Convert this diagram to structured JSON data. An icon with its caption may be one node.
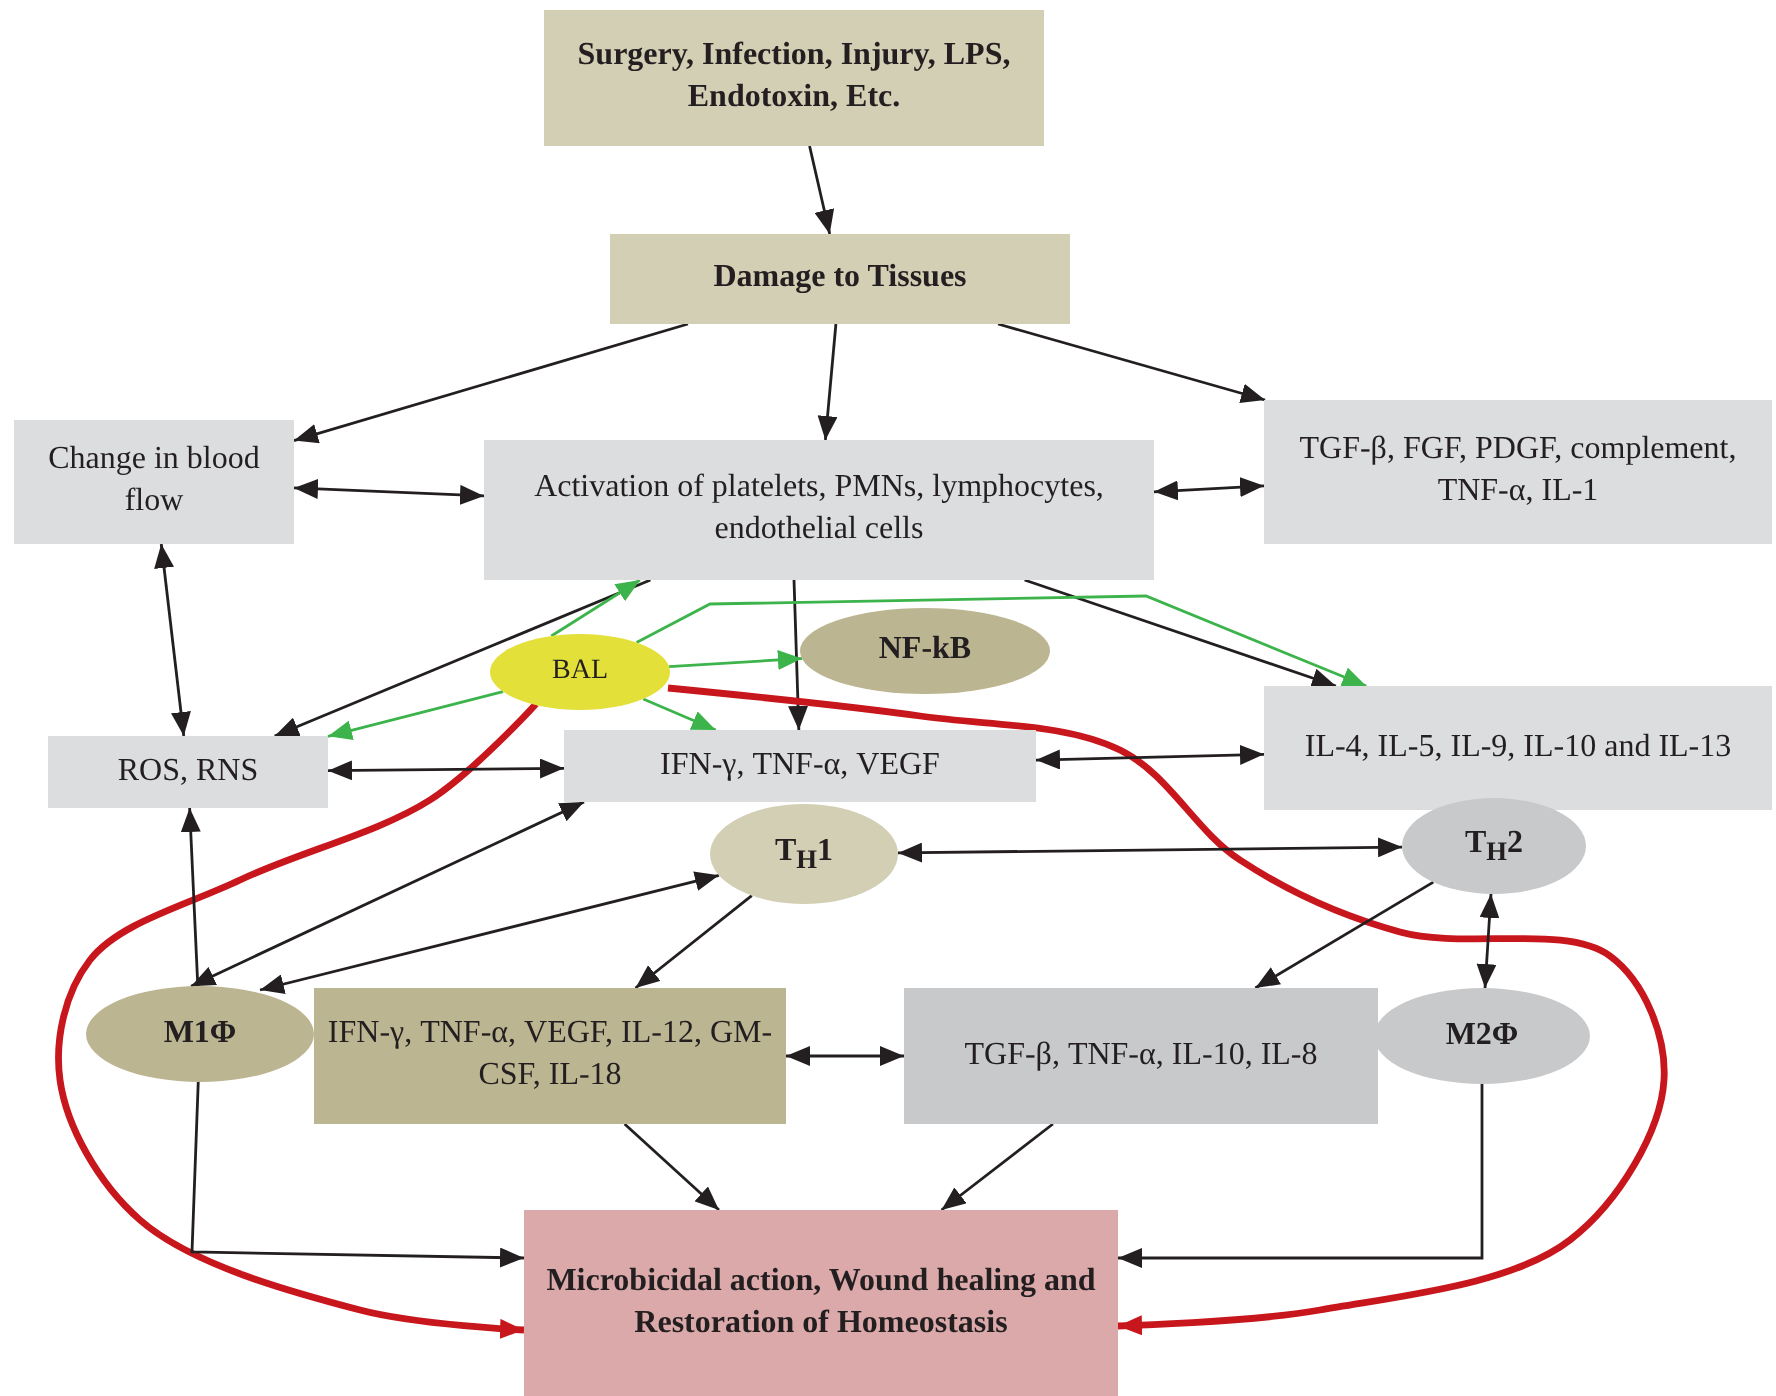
{
  "diagram": {
    "nodes": [
      {
        "text": [
          "Surgery, Infection, Injury, LPS, Endotoxin, Etc."
        ]
      },
      {
        "text": [
          "Damage to Tissues"
        ]
      },
      {
        "text": [
          "Change in blood flow"
        ]
      },
      {
        "text": [
          "Activation of platelets, PMNs, lymphocytes, endothelial cells"
        ]
      },
      {
        "text": [
          "TGF-β, FGF, PDGF, complement, TNF-α, IL-1"
        ]
      },
      {
        "text": [
          "BAL"
        ]
      },
      {
        "text": [
          "NF-kB"
        ]
      },
      {
        "text": [
          "ROS, RNS"
        ]
      },
      {
        "text": [
          "IFN-γ, TNF-α, VEGF"
        ]
      },
      {
        "text": [
          "IL-4, IL-5, IL-9, IL-10 and IL-13"
        ]
      },
      {
        "text": [
          "T$_{H}$1"
        ]
      },
      {
        "text": [
          "T$_{H}$2"
        ]
      },
      {
        "text": [
          "M1Φ"
        ]
      },
      {
        "text": [
          "IFN-γ, TNF-α, VEGF, IL-12, GM-CSF, IL-18"
        ]
      },
      {
        "text": [
          "TGF-β, TNF-α, IL-10, IL-8"
        ]
      },
      {
        "text": [
          "M2Φ"
        ]
      },
      {
        "text": [
          "Microbicidal action, Wound healing and Restoration of Homeostasis"
        ]
      }
    ],
    "edges": [
      {
        "from": 0,
        "to": 1,
        "arrow": "to"
      },
      {
        "from": 1,
        "to": 2,
        "arrow": "to"
      },
      {
        "from": 1,
        "to": 3,
        "arrow": "to"
      },
      {
        "from": 1,
        "to": 4,
        "arrow": "to"
      },
      {
        "from": 2,
        "to": 3,
        "arrow": "both"
      },
      {
        "from": 3,
        "to": 4,
        "arrow": "both"
      },
      {
        "from": 2,
        "to": 7,
        "arrow": "both"
      },
      {
        "from": 3,
        "to": 7,
        "arrow": "to"
      },
      {
        "from": 3,
        "to": 8,
        "arrow": "to"
      },
      {
        "from": 3,
        "to": 9,
        "arrow": "to"
      },
      {
        "from": 5,
        "to": 3,
        "arrow": "to",
        "color": "#3cb44b"
      },
      {
        "from": 5,
        "to": 9,
        "arrow": "to",
        "color": "#3cb44b"
      },
      {
        "from": 5,
        "to": 6,
        "arrow": "to",
        "color": "#3cb44b"
      },
      {
        "from": 5,
        "to": 7,
        "arrow": "to",
        "color": "#3cb44b"
      },
      {
        "from": 5,
        "to": 8,
        "arrow": "to",
        "color": "#3cb44b"
      },
      {
        "from": 5,
        "to": 16,
        "arrow": "to",
        "style": "thick",
        "color": "#c8161d"
      },
      {
        "from": 5,
        "to": 16,
        "arrow": "to",
        "style": "thick",
        "color": "#c8161d"
      },
      {
        "from": 7,
        "to": 8,
        "arrow": "both"
      },
      {
        "from": 8,
        "to": 9,
        "arrow": "both"
      },
      {
        "from": 12,
        "to": 7,
        "arrow": "to"
      },
      {
        "from": 12,
        "to": 8,
        "arrow": "both"
      },
      {
        "from": 12,
        "to": 10,
        "arrow": "both"
      },
      {
        "from": 10,
        "to": 11,
        "arrow": "both"
      },
      {
        "from": 10,
        "to": 13,
        "arrow": "to"
      },
      {
        "from": 11,
        "to": 14,
        "arrow": "to"
      },
      {
        "from": 11,
        "to": 15,
        "arrow": "both"
      },
      {
        "from": 13,
        "to": 14,
        "arrow": "both"
      },
      {
        "from": 13,
        "to": 16,
        "arrow": "to"
      },
      {
        "from": 14,
        "to": 16,
        "arrow": "to"
      },
      {
        "from": 12,
        "to": 16,
        "arrow": "to"
      },
      {
        "from": 15,
        "to": 16,
        "arrow": "to"
      }
    ]
  }
}
